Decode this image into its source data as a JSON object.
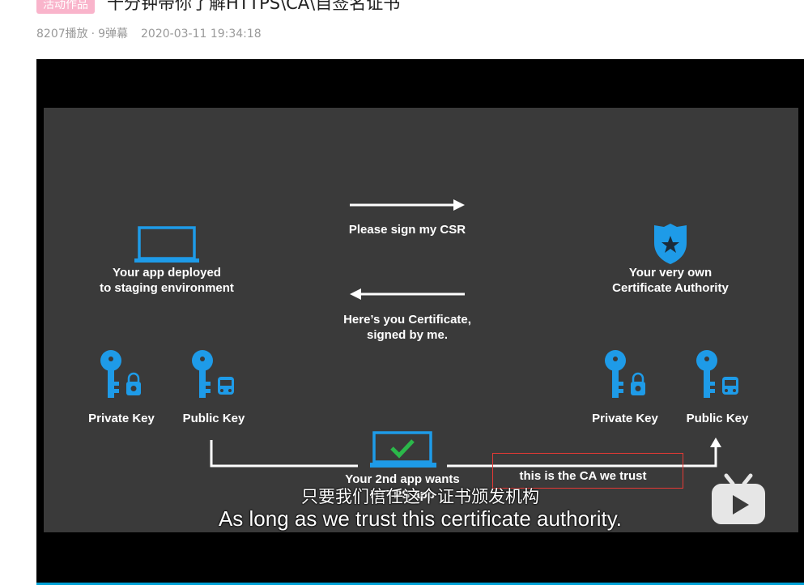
{
  "header": {
    "badge": "活动作品",
    "title": "十分钟带你了解HTTPS\\CA\\自签名证书",
    "plays": "8207播放",
    "separator": "·",
    "danmaku": "9弹幕",
    "date": "2020-03-11 19:34:18"
  },
  "slide": {
    "app_label": "Your app deployed\nto staging environment",
    "csr_label": "Please sign my CSR",
    "cert_label": "Here’s you Certificate,\nsigned by me.",
    "ca_label": "Your very own\nCertificate Authority",
    "left_private": "Private Key",
    "left_public": "Public Key",
    "right_private": "Private Key",
    "right_public": "Public Key",
    "second_app": "Your 2nd app wants\nHTTPS app",
    "trust_label": "this is the CA we trust"
  },
  "subtitles": {
    "chinese": "只要我们信任这个证书颁发机构",
    "english": "As long as we trust this certificate authority."
  },
  "colors": {
    "accent": "#1e9be8",
    "check": "#2bb84a",
    "badge": "#f9b4cb",
    "annotation": "#e53935"
  }
}
